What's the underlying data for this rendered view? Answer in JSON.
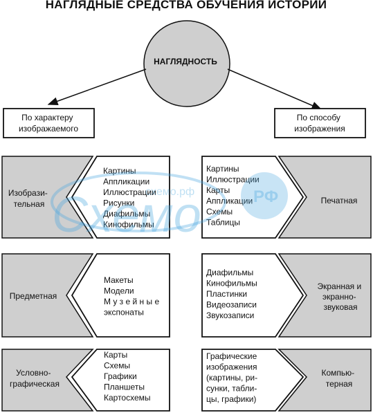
{
  "title": "НАГЛЯДНЫЕ СРЕДСТВА ОБУЧЕНИЯ ИСТОРИИ",
  "center": "НАГЛЯДНОСТЬ",
  "left_head": [
    "По характеру",
    "изображаемого"
  ],
  "right_head": [
    "По способу",
    "изображения"
  ],
  "left_categories": [
    [
      "Изобрази-",
      "тельная"
    ],
    [
      "Предметная"
    ],
    [
      "Условно-",
      "графическая"
    ]
  ],
  "left_items": [
    [
      "Картины",
      "Аппликации",
      "Иллюстрации",
      "Рисунки",
      "Диафильмы",
      "Кинофильмы"
    ],
    [
      "Макеты",
      "Модели",
      "М у з е й н ы е",
      "экспонаты"
    ],
    [
      "Карты",
      "Схемы",
      "Графики",
      "Планшеты",
      "Картосхемы"
    ]
  ],
  "right_items": [
    [
      "Картины",
      "Иллюстрации",
      "Карты",
      "Аппликации",
      "Схемы",
      "Таблицы"
    ],
    [
      "Диафильмы",
      "Кинофильмы",
      "Пластинки",
      "Видеозаписи",
      "Звукозаписи"
    ],
    [
      "Графические",
      "изображения",
      "(картины, ри-",
      "сунки, табли-",
      "цы, графики)"
    ]
  ],
  "right_categories": [
    [
      "Печатная"
    ],
    [
      "Экранная и",
      "экранно-",
      "звуковая"
    ],
    [
      "Компью-",
      "терная"
    ]
  ],
  "watermark": {
    "brand": "Схемо",
    "badge": "РФ",
    "url": "схемо.рф"
  }
}
